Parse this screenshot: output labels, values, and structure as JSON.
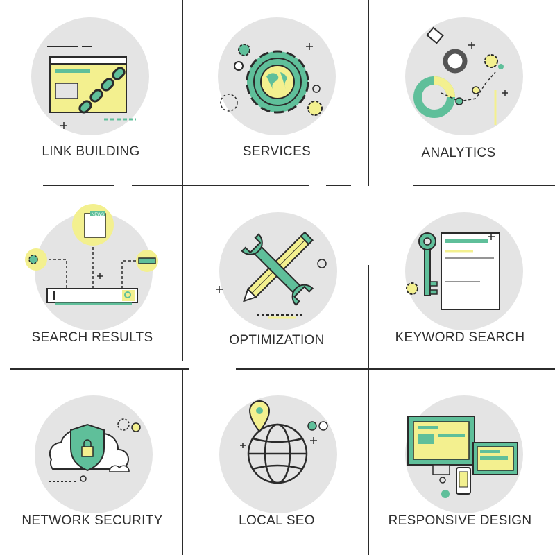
{
  "colors": {
    "accent_green": "#5fbf9a",
    "accent_yellow": "#f3f08f",
    "circle_gray": "#e4e4e4",
    "line_dark": "#2b2b2b",
    "text_dark": "#2e2e2e"
  },
  "icons": [
    {
      "id": "link-building",
      "label": "LINK BUILDING",
      "icon": "chain-link-icon"
    },
    {
      "id": "services",
      "label": "SERVICES",
      "icon": "gear-globe-icon"
    },
    {
      "id": "analytics",
      "label": "ANALYTICS",
      "icon": "magnifier-chart-icon"
    },
    {
      "id": "search-results",
      "label": "SEARCH RESULTS",
      "icon": "search-bar-icon"
    },
    {
      "id": "optimization",
      "label": "OPTIMIZATION",
      "icon": "pencil-wrench-icon"
    },
    {
      "id": "keyword-search",
      "label": "KEYWORD SEARCH",
      "icon": "key-document-icon"
    },
    {
      "id": "network-security",
      "label": "NETWORK SECURITY",
      "icon": "cloud-shield-icon"
    },
    {
      "id": "local-seo",
      "label": "LOCAL SEO",
      "icon": "globe-pin-icon"
    },
    {
      "id": "responsive-design",
      "label": "RESPONSIVE DESIGN",
      "icon": "devices-icon"
    }
  ],
  "sub_labels": {
    "news": "NEWS"
  }
}
